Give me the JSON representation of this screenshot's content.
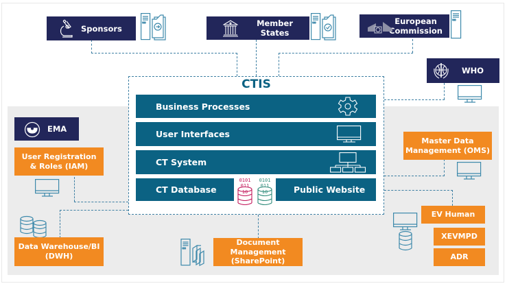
{
  "colors": {
    "navy": "#22265a",
    "teal": "#0b6283",
    "orange": "#f28a21",
    "grey_zone": "#ececec",
    "dashed_line": "#3d7fa3",
    "db_pink": "#c2185b",
    "db_green": "#2e8b7a"
  },
  "external_actors": [
    {
      "id": "sponsors",
      "label": "Sponsors",
      "icon": "microscope-icon"
    },
    {
      "id": "member_states",
      "label": "Member\nStates",
      "icon": "government-building-icon"
    },
    {
      "id": "european_commission",
      "label": "European\nCommission",
      "icon": "ec-building-icon"
    },
    {
      "id": "who",
      "label": "WHO",
      "icon": "who-emblem-icon"
    }
  ],
  "ctis": {
    "title": "CTIS",
    "layers": [
      {
        "label": "Business Processes",
        "icon": "gear-icon"
      },
      {
        "label": "User Interfaces",
        "icon": "monitor-icon"
      },
      {
        "label": "CT System",
        "icon": "network-icon"
      },
      {
        "label": "CT Database",
        "icon": ""
      },
      {
        "label": "Public Website",
        "icon": ""
      }
    ],
    "db_binary": {
      "line1": "0101",
      "line2": "011",
      "line3": "10"
    }
  },
  "ema": {
    "label": "EMA",
    "icon": "ema-logo-icon",
    "systems": [
      {
        "id": "iam",
        "label": "User Registration\n& Roles (IAM)"
      },
      {
        "id": "dwh",
        "label": "Data Warehouse/BI\n(DWH)"
      },
      {
        "id": "docmgmt",
        "label": "Document\nManagement\n(SharePoint)"
      },
      {
        "id": "oms",
        "label": "Master Data\nManagement (OMS)"
      },
      {
        "id": "ev_human",
        "label": "EV Human"
      },
      {
        "id": "xevmpd",
        "label": "XEVMPD"
      },
      {
        "id": "adr",
        "label": "ADR"
      }
    ]
  }
}
